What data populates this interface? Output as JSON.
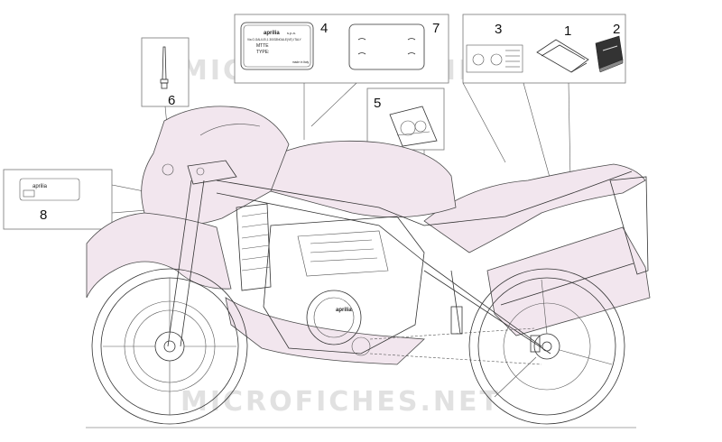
{
  "callouts": {
    "c1": "1",
    "c2": "2",
    "c3": "3",
    "c4": "4",
    "c5": "5",
    "c6": "6",
    "c7": "7",
    "c8": "8"
  },
  "plate": {
    "brand": "aprilia",
    "spa": "s.p.a.",
    "address": "Via G.GALILEI,1 30033NOALE(VE) ITALY",
    "mtte": "MTTE",
    "type": "TYPE:",
    "made": "made in Italy"
  },
  "decal8_brand": "aprilia",
  "engine_brand": "aprilia",
  "watermark": "MICROFICHES.NET",
  "colors": {
    "fairing": "#f2e6ee",
    "line": "#333333",
    "watermark": "#c9c9c9"
  }
}
